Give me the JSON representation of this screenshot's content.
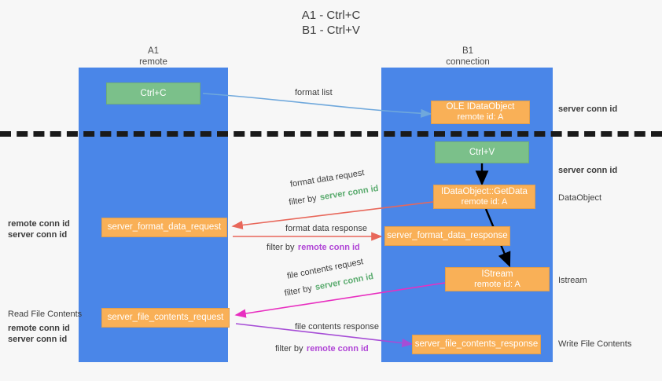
{
  "title": {
    "line1": "A1 - Ctrl+C",
    "line2": "B1 - Ctrl+V"
  },
  "lanes": [
    {
      "id": "A1",
      "name": "A1",
      "sub": "remote"
    },
    {
      "id": "B1",
      "name": "B1",
      "sub": "connection"
    }
  ],
  "nodes": {
    "ctrl_c": {
      "line1": "Ctrl+C",
      "line2": "",
      "color": "#7bc08a"
    },
    "ole_idataobject": {
      "line1": "OLE IDataObject",
      "line2": "remote id: A",
      "color": "#f9b057"
    },
    "ctrl_v": {
      "line1": "Ctrl+V",
      "line2": "",
      "color": "#7bc08a"
    },
    "getdata": {
      "line1": "IDataObject::GetData",
      "line2": "remote id: A",
      "color": "#f9b057"
    },
    "istream": {
      "line1": "IStream",
      "line2": "remote id: A",
      "color": "#f9b057"
    },
    "fmt_data_request": {
      "line1": "server_format_data_request",
      "line2": "",
      "color": "#f9b057"
    },
    "fmt_data_response": {
      "line1": "server_format_data_response",
      "line2": "",
      "color": "#f9b057"
    },
    "file_req": {
      "line1": "server_file_contents_request",
      "line2": "",
      "color": "#f9b057"
    },
    "file_resp": {
      "line1": "server_file_contents_response",
      "line2": "",
      "color": "#f9b057"
    }
  },
  "edge_labels": {
    "format_list": "format list",
    "format_data_request": "format data request",
    "format_data_request_filter_prefix": "filter by",
    "format_data_request_filter_value": "server conn id",
    "format_data_response": "format data response",
    "format_data_response_filter_prefix": "filter by",
    "format_data_response_filter_value": "remote conn id",
    "file_contents_request": "file contents request",
    "file_contents_request_filter_prefix": "filter by",
    "file_contents_request_filter_value": "server conn id",
    "file_contents_response": "file contents response",
    "file_contents_response_filter_prefix": "filter by",
    "file_contents_response_filter_value": "remote conn id"
  },
  "right_labels": {
    "server_conn_id_top": "server conn id",
    "server_conn_id_mid": "server conn id",
    "dataobject": "DataObject",
    "istream": "Istream",
    "write_file_contents": "Write File Contents"
  },
  "left_labels": {
    "remote_conn_id_1": "remote conn id",
    "server_conn_id_1": "server conn id",
    "read_file_contents": "Read File Contents",
    "remote_conn_id_2": "remote conn id",
    "server_conn_id_2": "server conn id"
  },
  "colors": {
    "lane": "#4a86e8",
    "green_node": "#7bc08a",
    "orange_node": "#f9b057",
    "green_text": "#5aab6e",
    "purple_text": "#b045d6",
    "blue_arrow": "#6fa8dc",
    "red_arrow": "#e8675a",
    "magenta_arrow": "#e82fc0",
    "purple_arrow": "#a64dd6",
    "black_arrow": "#000000",
    "background": "#f7f7f7"
  }
}
